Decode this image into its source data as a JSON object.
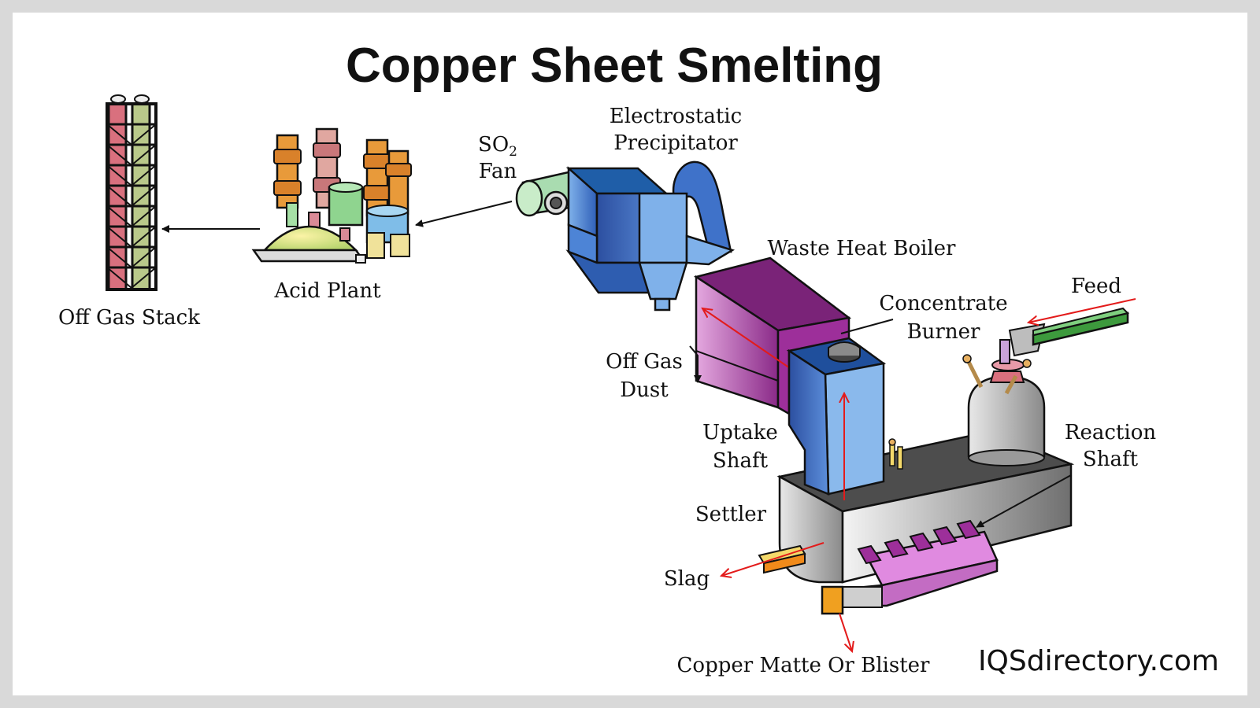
{
  "title": "Copper Sheet Smelting",
  "brand": "IQSdirectory.com",
  "labels": {
    "off_gas_stack": "Off Gas Stack",
    "acid_plant": "Acid Plant",
    "so2_fan_line1": "SO",
    "so2_fan_subscript": "2",
    "so2_fan_line2": "Fan",
    "esp_line1": "Electrostatic",
    "esp_line2": "Precipitator",
    "waste_heat_boiler": "Waste Heat Boiler",
    "concentrate_burner_line1": "Concentrate",
    "concentrate_burner_line2": "Burner",
    "feed": "Feed",
    "off_gas_dust_line1": "Off Gas",
    "off_gas_dust_line2": "Dust",
    "uptake_shaft_line1": "Uptake",
    "uptake_shaft_line2": "Shaft",
    "reaction_shaft_line1": "Reaction",
    "reaction_shaft_line2": "Shaft",
    "settler": "Settler",
    "slag": "Slag",
    "copper_matte": "Copper Matte Or Blister"
  },
  "colors": {
    "flow_arrow": "#e31b1b",
    "process_arrow": "#111111",
    "boiler": "#8c2a8c",
    "precipitator": "#3c6fc4",
    "settler": "#6a6a6a",
    "feed_conveyor": "#3d9a3d"
  }
}
